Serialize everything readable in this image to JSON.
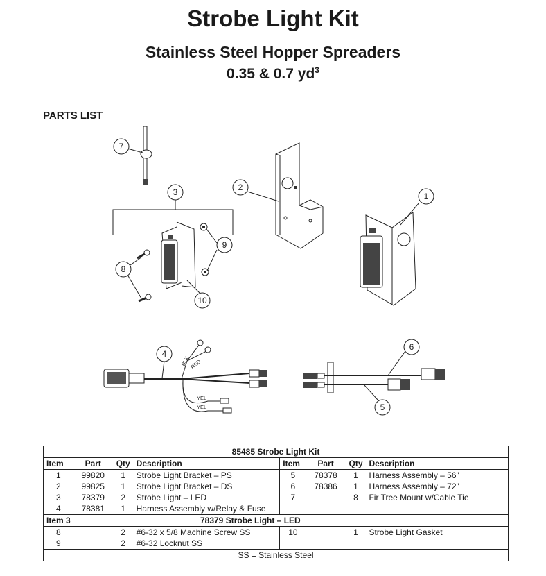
{
  "header": {
    "title": "Strobe Light Kit",
    "subtitle": "Stainless Steel Hopper Spreaders",
    "size_base": "0.35 & 0.7 yd",
    "size_sup": "3"
  },
  "section_heading": "PARTS LIST",
  "callouts": [
    "1",
    "2",
    "3",
    "4",
    "5",
    "6",
    "7",
    "8",
    "9",
    "10"
  ],
  "wire_labels": {
    "blk": "BLK",
    "red": "RED",
    "yel1": "YEL",
    "yel2": "YEL"
  },
  "table": {
    "kit_title": "85485  Strobe Light Kit",
    "columns": {
      "item": "Item",
      "part": "Part",
      "qty": "Qty",
      "desc": "Description"
    },
    "rows": [
      {
        "l_item": "1",
        "l_part": "99820",
        "l_qty": "1",
        "l_desc": "Strobe Light Bracket – PS",
        "r_item": "5",
        "r_part": "78378",
        "r_qty": "1",
        "r_desc": "Harness Assembly – 56\""
      },
      {
        "l_item": "2",
        "l_part": "99825",
        "l_qty": "1",
        "l_desc": "Strobe Light Bracket – DS",
        "r_item": "6",
        "r_part": "78386",
        "r_qty": "1",
        "r_desc": "Harness Assembly – 72\""
      },
      {
        "l_item": "3",
        "l_part": "78379",
        "l_qty": "2",
        "l_desc": "Strobe Light – LED",
        "r_item": "7",
        "r_part": "",
        "r_qty": "8",
        "r_desc": "Fir Tree Mount w/Cable Tie"
      },
      {
        "l_item": "4",
        "l_part": "78381",
        "l_qty": "1",
        "l_desc": "Harness Assembly w/Relay & Fuse",
        "r_item": "",
        "r_part": "",
        "r_qty": "",
        "r_desc": ""
      }
    ],
    "section": {
      "label": "Item 3",
      "title": "78379  Strobe Light – LED"
    },
    "section_rows": [
      {
        "l_item": "8",
        "l_part": "",
        "l_qty": "2",
        "l_desc": "#6-32 x 5/8 Machine Screw SS",
        "r_item": "10",
        "r_part": "",
        "r_qty": "1",
        "r_desc": "Strobe Light Gasket"
      },
      {
        "l_item": "9",
        "l_part": "",
        "l_qty": "2",
        "l_desc": "#6-32 Locknut SS",
        "r_item": "",
        "r_part": "",
        "r_qty": "",
        "r_desc": ""
      }
    ],
    "footnote": "SS = Stainless Steel"
  }
}
